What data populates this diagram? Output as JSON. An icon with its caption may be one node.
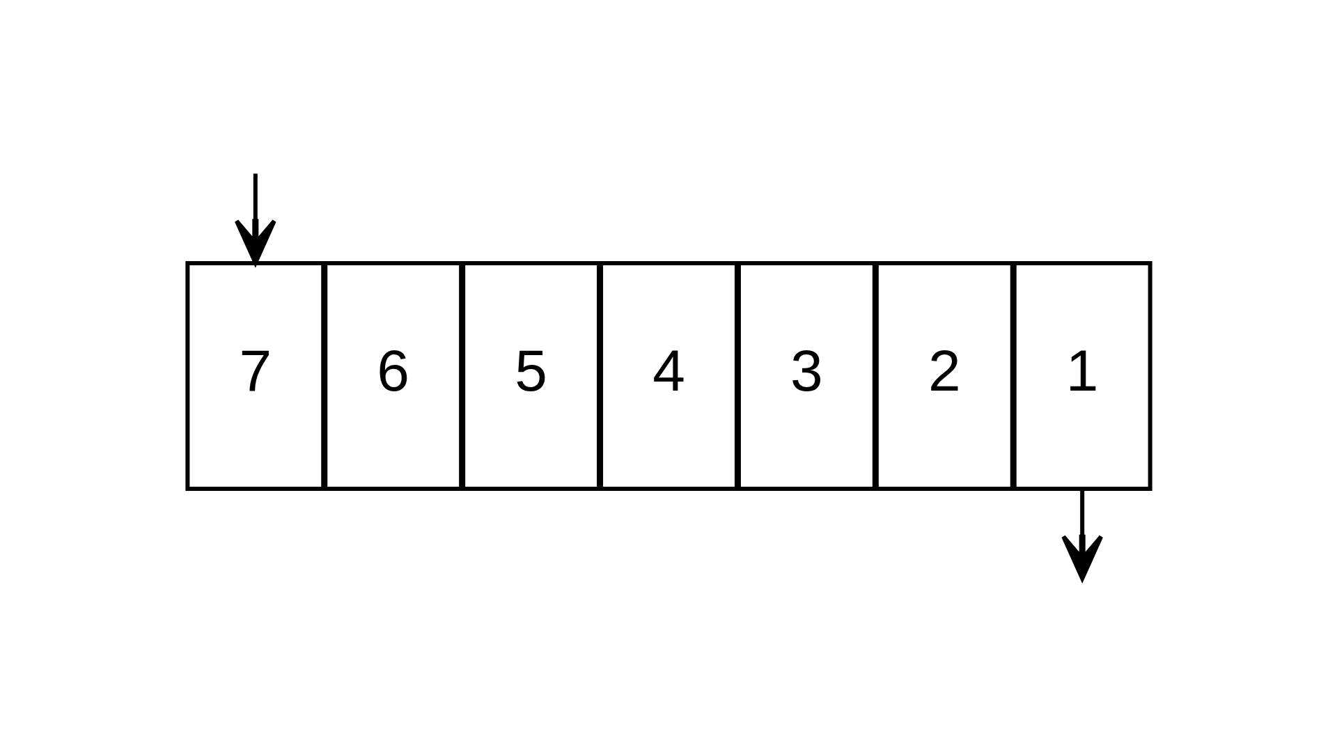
{
  "diagram": {
    "nodes": [
      {
        "text": [
          "7"
        ]
      },
      {
        "text": [
          "6"
        ]
      },
      {
        "text": [
          "5"
        ]
      },
      {
        "text": [
          "4"
        ]
      },
      {
        "text": [
          "3"
        ]
      },
      {
        "text": [
          "2"
        ]
      },
      {
        "text": [
          "1"
        ]
      }
    ],
    "edges": [
      {
        "from": null,
        "to": 0,
        "arrow": "to"
      },
      {
        "from": 6,
        "to": null,
        "arrow": "to"
      }
    ]
  }
}
